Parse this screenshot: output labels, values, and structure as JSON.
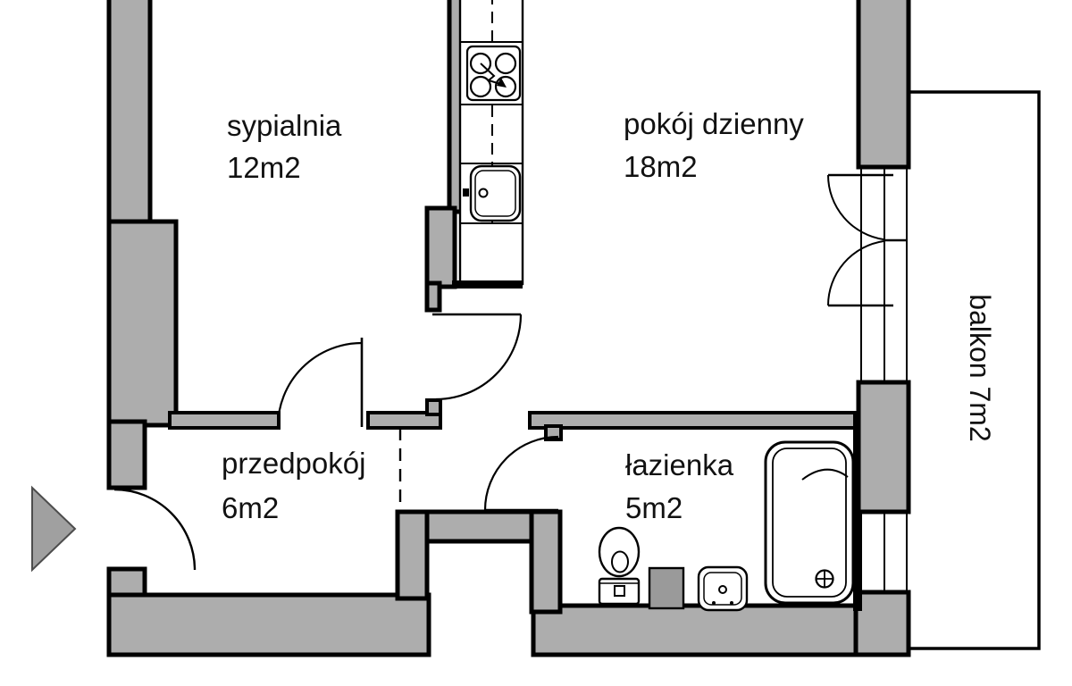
{
  "plan": {
    "type": "apartment-floor-plan",
    "colors": {
      "wall_fill": "#adadad",
      "outline": "#000000",
      "background": "#ffffff",
      "entrance_arrow": "#a0a0a0"
    },
    "rooms": [
      {
        "label": "sypialnia",
        "area": "12m2"
      },
      {
        "label": "pokój dzienny",
        "area": "18m2"
      },
      {
        "label": "przedpokój",
        "area": "6m2"
      },
      {
        "label": "łazienka",
        "area": "5m2"
      },
      {
        "label": "balkon 7m2"
      }
    ],
    "fixtures": [
      "stove",
      "kitchen-sink",
      "bathtub",
      "toilet",
      "washbasin",
      "utility-shaft"
    ],
    "symbols": [
      "entrance-arrow",
      "door-swing-arcs",
      "balcony-french-door",
      "windows",
      "dashed-open-boundaries"
    ]
  }
}
